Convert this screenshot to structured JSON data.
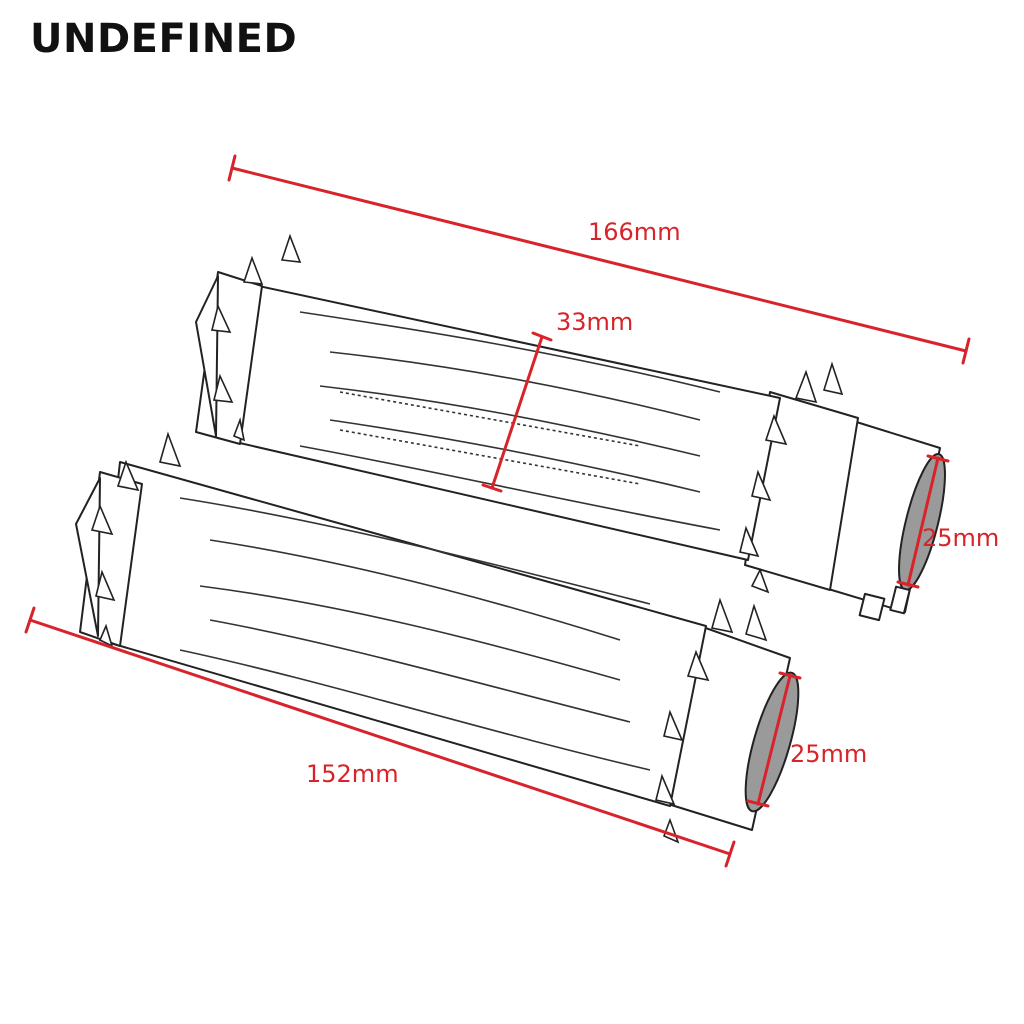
{
  "brand": {
    "text": "UNDEFINED"
  },
  "colors": {
    "dimension_line": "#d8232a",
    "sketch_stroke": "#222222",
    "background": "#ffffff"
  },
  "dimensions": {
    "top_length": "166mm",
    "grip_diameter": "33mm",
    "top_end_diameter": "25mm",
    "bottom_end_diameter": "25mm",
    "bottom_length": "152mm"
  }
}
